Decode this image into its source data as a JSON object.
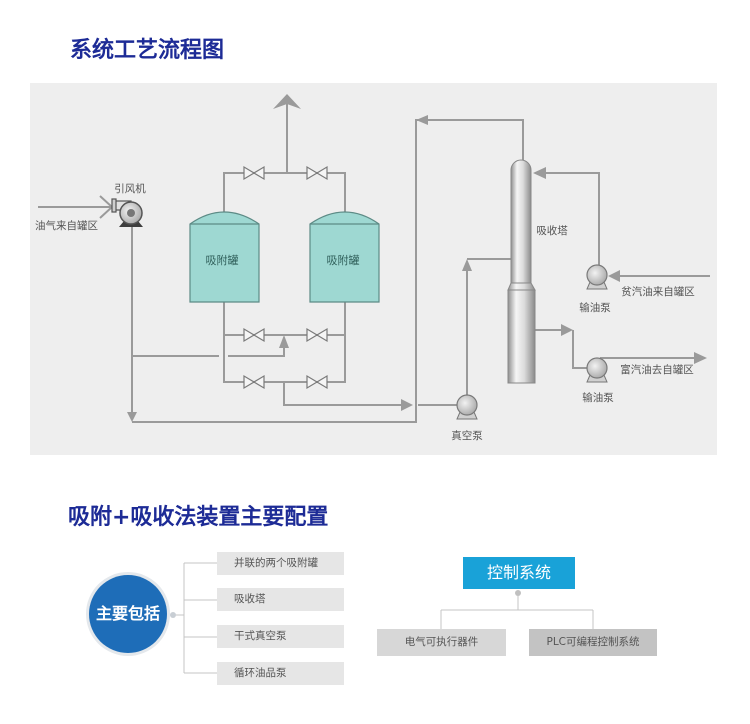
{
  "titles": {
    "process_flow": "系统工艺流程图",
    "configuration": "吸附+吸收法装置主要配置"
  },
  "diagram": {
    "labels": {
      "fan": "引风机",
      "gas_inlet": "油气来自罐区",
      "tank_left": "吸附罐",
      "tank_right": "吸附罐",
      "absorber": "吸收塔",
      "lean_inlet": "贫汽油来自罐区",
      "pump_lean": "输油泵",
      "rich_outlet": "富汽油去自罐区",
      "pump_rich": "输油泵",
      "vacuum_pump": "真空泵"
    }
  },
  "config": {
    "main_node": "主要包括",
    "items": [
      "并联的两个吸附罐",
      "吸收塔",
      "干式真空泵",
      "循环油品泵"
    ],
    "control": {
      "title": "控制系统",
      "children": [
        "电气可执行器件",
        "PLC可编程控制系统"
      ]
    }
  },
  "colors": {
    "title": "#1d2b96",
    "main_node": "#1e6db8",
    "control": "#19a2d8",
    "pipe": "#9a9a9a",
    "tank": "#9ed8d2",
    "diagram_bg": "#eeeeee"
  }
}
